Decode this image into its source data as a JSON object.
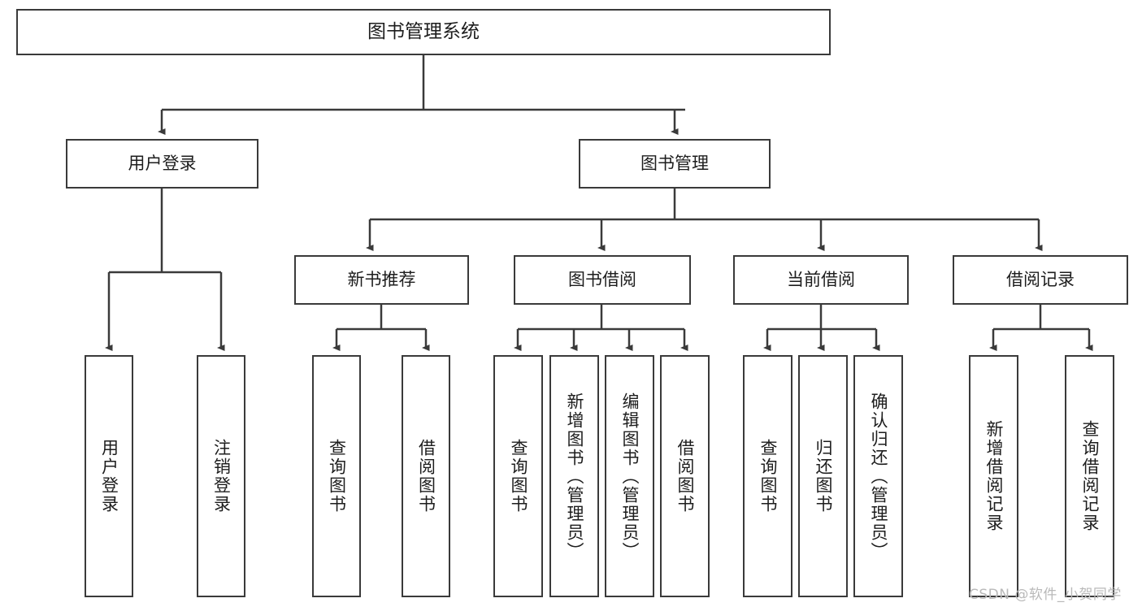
{
  "diagram": {
    "title": "图书管理系统",
    "type": "tree-hierarchy",
    "root": {
      "label": "图书管理系统"
    },
    "level1": [
      {
        "label": "用户登录"
      },
      {
        "label": "图书管理"
      }
    ],
    "level2": [
      {
        "label": "新书推荐"
      },
      {
        "label": "图书借阅"
      },
      {
        "label": "当前借阅"
      },
      {
        "label": "借阅记录"
      }
    ],
    "leaves": {
      "user_login": [
        {
          "label": "用户登录"
        },
        {
          "label": "注销登录"
        }
      ],
      "new_book_recommend": [
        {
          "label": "查询图书"
        },
        {
          "label": "借阅图书"
        }
      ],
      "book_borrow": [
        {
          "label": "查询图书"
        },
        {
          "label": "新增图书（管理员）"
        },
        {
          "label": "编辑图书（管理员）"
        },
        {
          "label": "借阅图书"
        }
      ],
      "current_borrow": [
        {
          "label": "查询图书"
        },
        {
          "label": "归还图书"
        },
        {
          "label": "确认归还（管理员）"
        }
      ],
      "borrow_record": [
        {
          "label": "新增借阅记录"
        },
        {
          "label": "查询借阅记录"
        }
      ]
    }
  },
  "watermark": {
    "text": "CSDN @软件_小贺同学"
  },
  "colors": {
    "stroke": "#3a3a3a",
    "fill": "#ffffff",
    "text": "#1d1d1d",
    "watermark": "#b9b9b9"
  }
}
